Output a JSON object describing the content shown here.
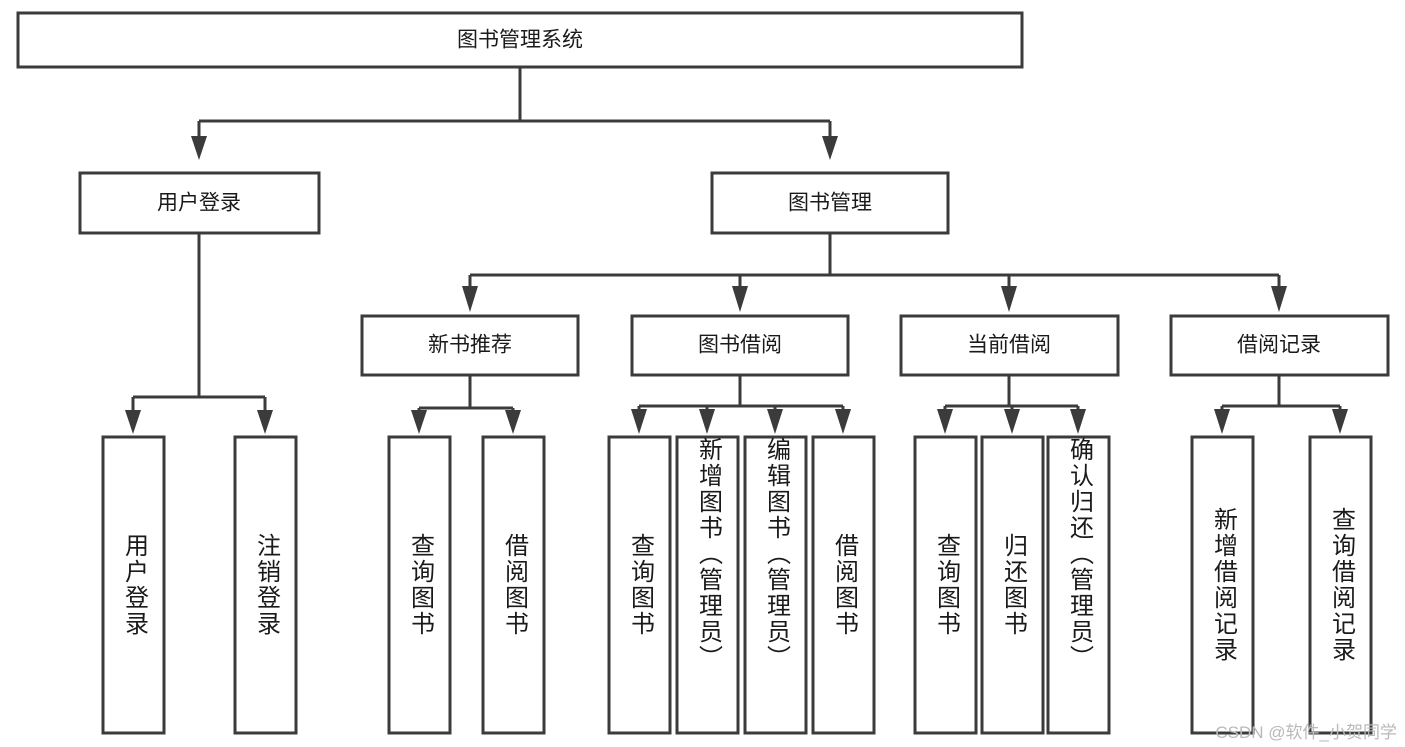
{
  "diagram": {
    "type": "tree",
    "title": "图书管理系统",
    "root": {
      "label": "图书管理系统"
    },
    "level1": [
      {
        "label": "用户登录"
      },
      {
        "label": "图书管理"
      }
    ],
    "level2": [
      {
        "label": "新书推荐",
        "parent": "图书管理"
      },
      {
        "label": "图书借阅",
        "parent": "图书管理"
      },
      {
        "label": "当前借阅",
        "parent": "图书管理"
      },
      {
        "label": "借阅记录",
        "parent": "图书管理"
      }
    ],
    "leaves": {
      "user_login": [
        {
          "label": "用户登录"
        },
        {
          "label": "注销登录"
        }
      ],
      "new_book": [
        {
          "label": "查询图书"
        },
        {
          "label": "借阅图书"
        }
      ],
      "book_borrow": [
        {
          "label": "查询图书"
        },
        {
          "label": "新增图书（管理员）"
        },
        {
          "label": "编辑图书（管理员）"
        },
        {
          "label": "借阅图书"
        }
      ],
      "current_borrow": [
        {
          "label": "查询图书"
        },
        {
          "label": "归还图书"
        },
        {
          "label": "确认归还（管理员）"
        }
      ],
      "borrow_record": [
        {
          "label": "新增借阅记录"
        },
        {
          "label": "查询借阅记录"
        }
      ]
    }
  },
  "watermark": {
    "text": "CSDN @软件_小贺同学"
  },
  "colors": {
    "stroke": "#3b3b3b",
    "box_fill": "#ffffff",
    "text": "#1a1a1a",
    "watermark": "#b9b9b9",
    "background": "#ffffff"
  }
}
